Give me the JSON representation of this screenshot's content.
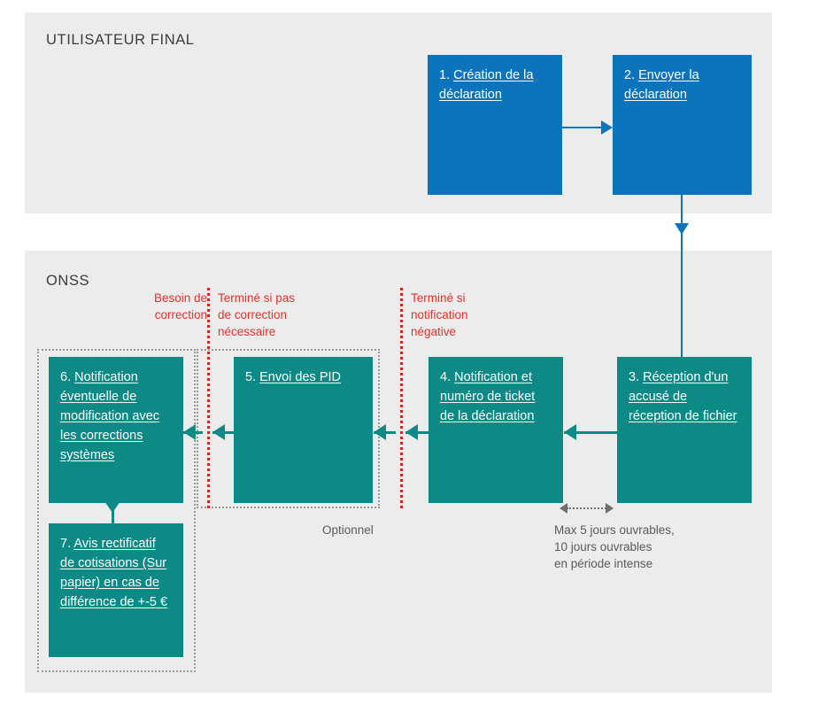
{
  "diagram": {
    "lanes": [
      {
        "id": "utilisateur-final",
        "title": "UTILISATEUR FINAL"
      },
      {
        "id": "onss",
        "title": "ONSS"
      }
    ],
    "nodes": [
      {
        "id": "node1",
        "number": "1. ",
        "label": "Création de la déclaration",
        "color": "#0b74bd",
        "lane": "utilisateur-final"
      },
      {
        "id": "node2",
        "number": "2. ",
        "label": "Envoyer la déclaration",
        "color": "#0b74bd",
        "lane": "utilisateur-final"
      },
      {
        "id": "node3",
        "number": "3. ",
        "label": "Réception d'un accusé de réception de fichier",
        "color": "#0d8a86",
        "lane": "onss"
      },
      {
        "id": "node4",
        "number": "4. ",
        "label": "Notification et numéro de ticket de la déclaration",
        "color": "#0d8a86",
        "lane": "onss"
      },
      {
        "id": "node5",
        "number": "5. ",
        "label": "Envoi des PID",
        "color": "#0d8a86",
        "lane": "onss"
      },
      {
        "id": "node6",
        "number": "6. ",
        "label": "Notification éventuelle de modification avec les corrections systèmes",
        "color": "#0d8a86",
        "lane": "onss"
      },
      {
        "id": "node7",
        "number": "7. ",
        "label": "Avis rectificatif de cotisations (Sur papier) en cas de différence de +-5 €",
        "color": "#0d8a86",
        "lane": "onss"
      }
    ],
    "decision_labels": [
      {
        "id": "besoin-de-correction",
        "text": "Besoin de\ncorrection",
        "color": "#e8302a"
      },
      {
        "id": "termine-si-pas-de-correction",
        "text": "Terminé si pas\nde correction\nnécessaire",
        "color": "#e8302a"
      },
      {
        "id": "termine-si-notification-negative",
        "text": "Terminé si\nnotification\nnégative",
        "color": "#e8302a"
      }
    ],
    "captions": [
      {
        "id": "optionnel",
        "text": "Optionnel",
        "color": "#5a5a5a"
      },
      {
        "id": "max-jours-ouvrables",
        "text": "Max 5 jours ouvrables,\n10 jours ouvrables\nen période intense",
        "color": "#5a5a5a"
      }
    ],
    "regions": [
      {
        "id": "correction-region",
        "style": "dotted"
      },
      {
        "id": "optionnel-region",
        "style": "dotted"
      }
    ],
    "palette": {
      "lane_background": "#ececec",
      "blue": "#0b74bd",
      "teal": "#0d8a86",
      "red": "#e8302a",
      "grey_text": "#5a5a5a",
      "dotted_grey": "#9a9a9a",
      "page_background": "#ffffff"
    }
  }
}
